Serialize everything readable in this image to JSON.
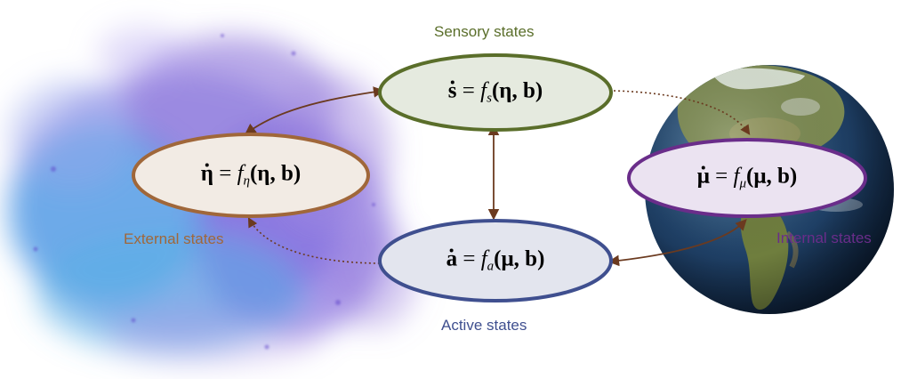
{
  "nodes": {
    "sensory": {
      "label": "Sensory states",
      "lhs": "s",
      "fn": "f",
      "sub": "s",
      "args": "(η, b)",
      "color": "#5a6e2a"
    },
    "external": {
      "label": "External states",
      "lhs": "η",
      "fn": "f",
      "sub": "η",
      "args": "(η, b)",
      "color": "#a0673a"
    },
    "internal": {
      "label": "Internal states",
      "lhs": "μ",
      "fn": "f",
      "sub": "μ",
      "args": "(μ, b)",
      "color": "#6a2d8a"
    },
    "active": {
      "label": "Active states",
      "lhs": "a",
      "fn": "f",
      "sub": "a",
      "args": "(μ, b)",
      "color": "#3f4f8f"
    }
  },
  "symbols": {
    "equals": "="
  },
  "colors": {
    "arrow": "#6b3a1f",
    "sensory_fill": "#e5eadf",
    "external_fill": "#f2ebe4",
    "internal_fill": "#ebe3f1",
    "active_fill": "#e3e5ee"
  },
  "backgrounds": {
    "left": "nebula-cloud",
    "right": "earth-globe"
  }
}
